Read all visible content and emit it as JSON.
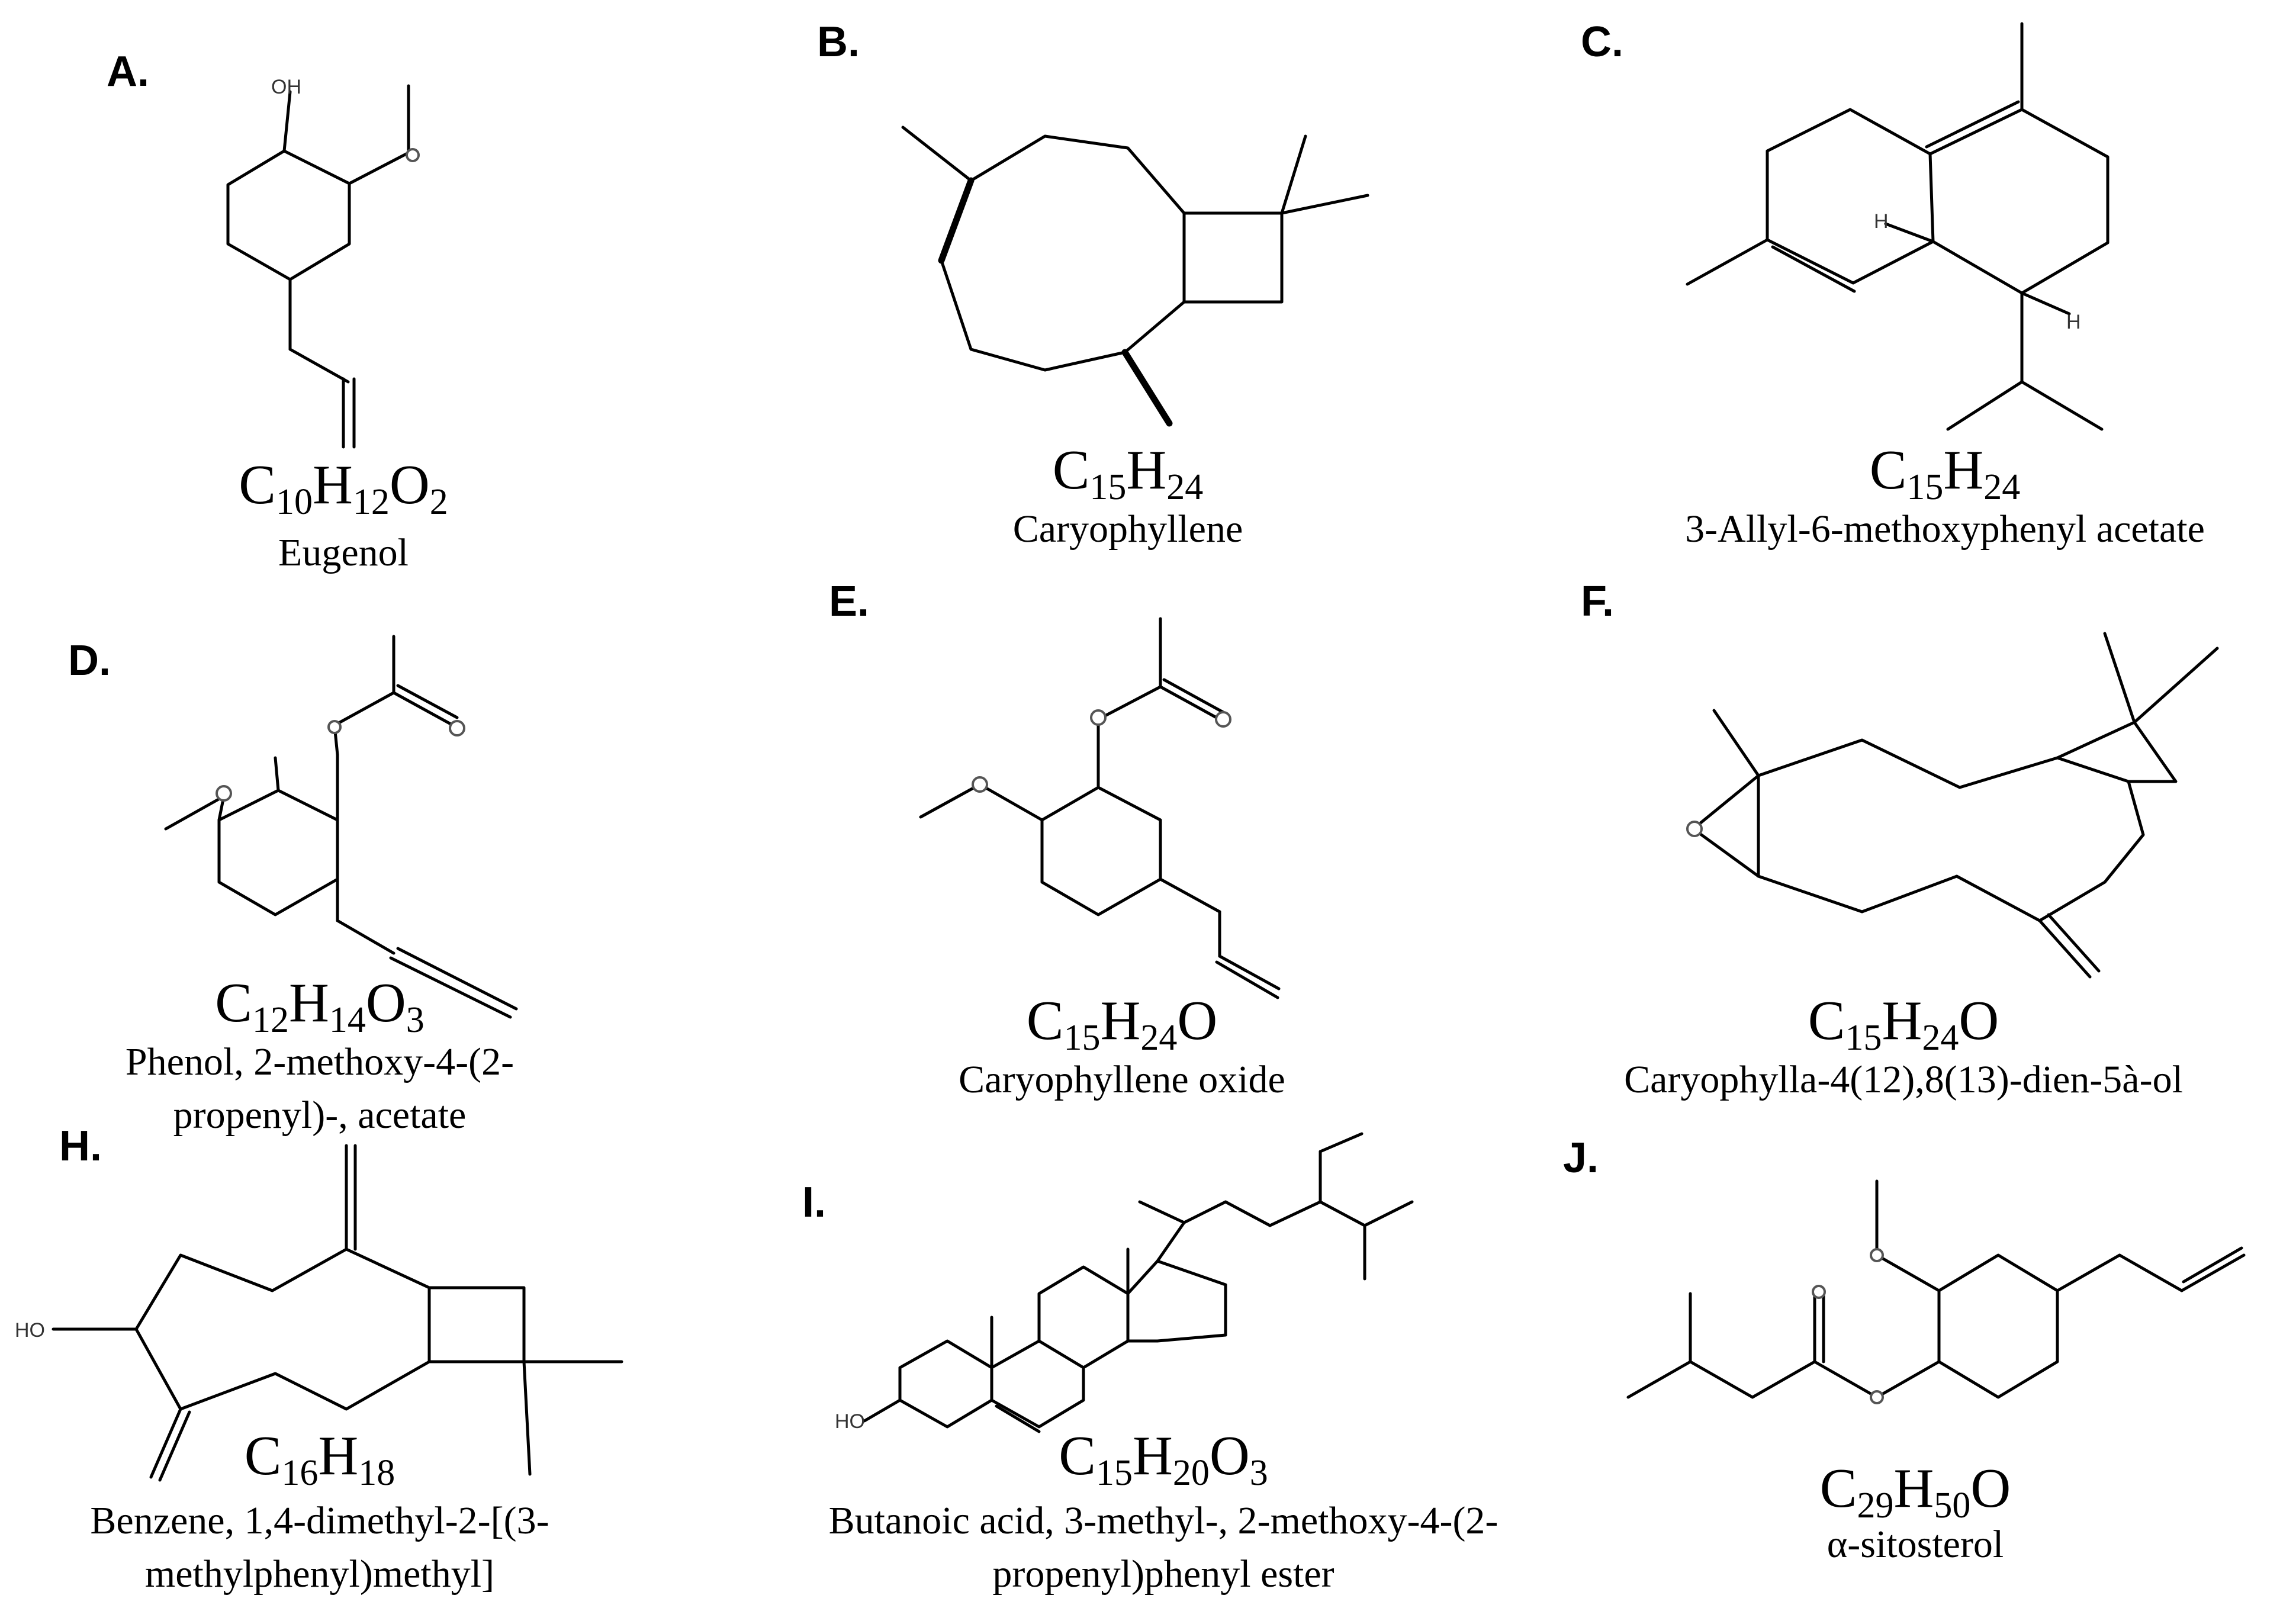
{
  "panels": [
    {
      "letter": "A.",
      "formula": "C10H12O2",
      "name_lines": [
        "Eugenol"
      ]
    },
    {
      "letter": "B.",
      "formula": "C15H24",
      "name_lines": [
        "Caryophyllene"
      ]
    },
    {
      "letter": "C.",
      "formula": "C15H24",
      "name_lines": [
        "3-Allyl-6-methoxyphenyl acetate"
      ]
    },
    {
      "letter": "D.",
      "formula": "C12H14O3",
      "name_lines": [
        "Phenol, 2-methoxy-4-(2-",
        "propenyl)-, acetate"
      ]
    },
    {
      "letter": "E.",
      "formula": "C15H24O",
      "name_lines": [
        "Caryophyllene oxide"
      ]
    },
    {
      "letter": "F.",
      "formula": "C15H24O",
      "name_lines": [
        "Caryophylla-4(12),8(13)-dien-5à-ol"
      ]
    },
    {
      "letter": "H.",
      "formula": "C16H18",
      "name_lines": [
        "Benzene, 1,4-dimethyl-2-[(3-",
        "methylphenyl)methyl]"
      ]
    },
    {
      "letter": "I.",
      "formula": "C15H20O3",
      "name_lines": [
        "Butanoic acid, 3-methyl-, 2-methoxy-4-(2-",
        "propenyl)phenyl ester"
      ]
    },
    {
      "letter": "J.",
      "formula": "C29H50O",
      "name_lines": [
        "α-sitosterol"
      ]
    }
  ],
  "atom_labels": {
    "oh": "OH",
    "h": "H",
    "ho": "HO"
  }
}
